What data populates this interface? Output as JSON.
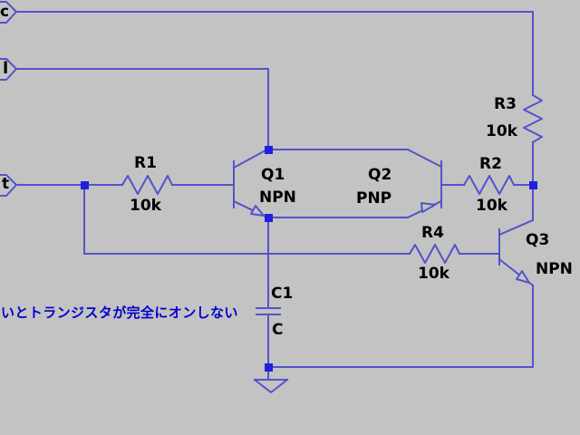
{
  "colors": {
    "background": "#c3c3c3",
    "wire": "#5353cb",
    "junction": "#1f1fdd",
    "label": "#000000",
    "comment": "#0000cc"
  },
  "ports": [
    {
      "label": "c"
    },
    {
      "label": "l"
    },
    {
      "label": "t"
    }
  ],
  "components": [
    {
      "id": "R1",
      "ref": "R1",
      "value": "10k",
      "type": "resistor"
    },
    {
      "id": "R2",
      "ref": "R2",
      "value": "10k",
      "type": "resistor"
    },
    {
      "id": "R3",
      "ref": "R3",
      "value": "10k",
      "type": "resistor"
    },
    {
      "id": "R4",
      "ref": "R4",
      "value": "10k",
      "type": "resistor"
    },
    {
      "id": "Q1",
      "ref": "Q1",
      "value": "NPN",
      "type": "transistor-npn"
    },
    {
      "id": "Q2",
      "ref": "Q2",
      "value": "PNP",
      "type": "transistor-pnp"
    },
    {
      "id": "Q3",
      "ref": "Q3",
      "value": "NPN",
      "type": "transistor-npn"
    },
    {
      "id": "C1",
      "ref": "C1",
      "value": "C",
      "type": "capacitor"
    }
  ],
  "comment": {
    "text": "いとトランジスタが完全にオンしない"
  }
}
